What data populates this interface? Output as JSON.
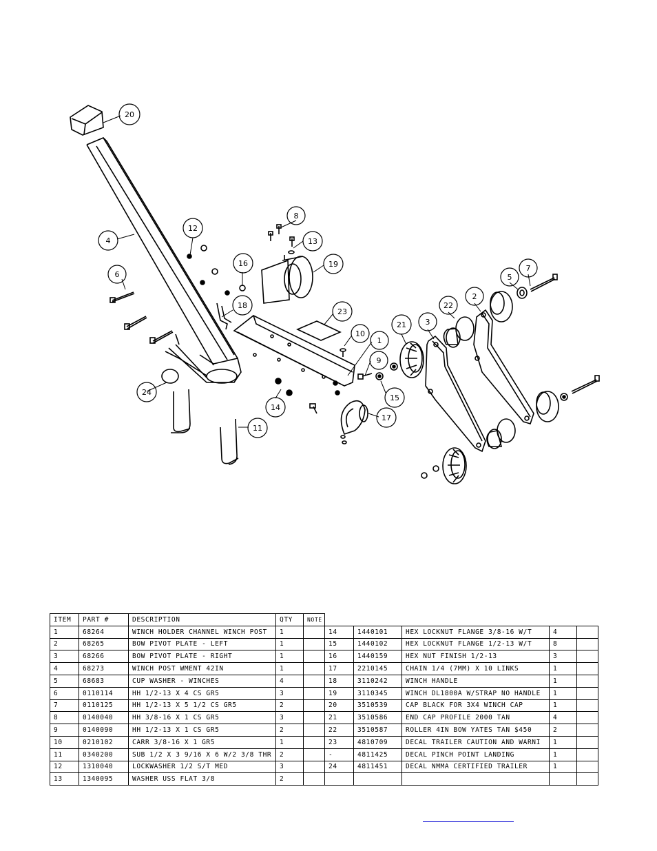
{
  "drawing": {
    "callouts": [
      "1",
      "2",
      "3",
      "4",
      "5",
      "6",
      "7",
      "8",
      "9",
      "10",
      "11",
      "12",
      "13",
      "14",
      "15",
      "16",
      "17",
      "18",
      "19",
      "20",
      "21",
      "22",
      "23",
      "24"
    ]
  },
  "table": {
    "headers": [
      "ITEM",
      "PART #",
      "DESCRIPTION",
      "QTY",
      "NOTE"
    ],
    "left_rows": [
      {
        "item": "1",
        "part": "68264",
        "desc": "WINCH HOLDER CHANNEL WINCH POST",
        "qty": "1",
        "note": ""
      },
      {
        "item": "2",
        "part": "68265",
        "desc": "BOW PIVOT PLATE - LEFT",
        "qty": "1",
        "note": ""
      },
      {
        "item": "3",
        "part": "68266",
        "desc": "BOW PIVOT PLATE - RIGHT",
        "qty": "1",
        "note": ""
      },
      {
        "item": "4",
        "part": "68273",
        "desc": "WINCH POST WMENT 42IN",
        "qty": "1",
        "note": ""
      },
      {
        "item": "5",
        "part": "68683",
        "desc": "CUP WASHER - WINCHES",
        "qty": "4",
        "note": ""
      },
      {
        "item": "6",
        "part": "0110114",
        "desc": "HH 1/2-13 X 4 CS GR5",
        "qty": "3",
        "note": ""
      },
      {
        "item": "7",
        "part": "0110125",
        "desc": "HH 1/2-13 X 5 1/2 CS GR5",
        "qty": "2",
        "note": ""
      },
      {
        "item": "8",
        "part": "0140040",
        "desc": "HH 3/8-16 X 1 CS GR5",
        "qty": "3",
        "note": ""
      },
      {
        "item": "9",
        "part": "0140090",
        "desc": "HH 1/2-13 X 1 CS GR5",
        "qty": "2",
        "note": ""
      },
      {
        "item": "10",
        "part": "0210102",
        "desc": "CARR 3/8-16 X 1 GR5",
        "qty": "1",
        "note": ""
      },
      {
        "item": "11",
        "part": "0340200",
        "desc": "SUB 1/2 X 3 9/16 X 6 W/2 3/8 THR",
        "qty": "2",
        "note": ""
      },
      {
        "item": "12",
        "part": "1310040",
        "desc": "LOCKWASHER 1/2 S/T MED",
        "qty": "3",
        "note": ""
      },
      {
        "item": "13",
        "part": "1340095",
        "desc": "WASHER USS FLAT 3/8",
        "qty": "2",
        "note": ""
      }
    ],
    "right_rows": [
      {
        "item": "14",
        "part": "1440101",
        "desc": "HEX LOCKNUT FLANGE 3/8-16 W/T",
        "qty": "4",
        "note": ""
      },
      {
        "item": "15",
        "part": "1440102",
        "desc": "HEX LOCKNUT FLANGE 1/2-13 W/T",
        "qty": "8",
        "note": ""
      },
      {
        "item": "16",
        "part": "1440159",
        "desc": "HEX NUT FINISH 1/2-13",
        "qty": "3",
        "note": ""
      },
      {
        "item": "17",
        "part": "2210145",
        "desc": "CHAIN 1/4 (7MM) X 10 LINKS",
        "qty": "1",
        "note": ""
      },
      {
        "item": "18",
        "part": "3110242",
        "desc": "WINCH HANDLE",
        "qty": "1",
        "note": ""
      },
      {
        "item": "19",
        "part": "3110345",
        "desc": "WINCH DL1800A W/STRAP  NO HANDLE",
        "qty": "1",
        "note": ""
      },
      {
        "item": "20",
        "part": "3510539",
        "desc": "CAP BLACK FOR 3X4 WINCH CAP",
        "qty": "1",
        "note": ""
      },
      {
        "item": "21",
        "part": "3510586",
        "desc": "END CAP PROFILE 2000 TAN",
        "qty": "4",
        "note": ""
      },
      {
        "item": "22",
        "part": "3510587",
        "desc": "ROLLER 4IN BOW YATES TAN $450",
        "qty": "2",
        "note": ""
      },
      {
        "item": "23",
        "part": "4810709",
        "desc": "DECAL TRAILER CAUTION AND WARNI",
        "qty": "1",
        "note": ""
      },
      {
        "item": "-",
        "part": "4811425",
        "desc": "DECAL PINCH POINT LANDING",
        "qty": "1",
        "note": ""
      },
      {
        "item": "24",
        "part": "4811451",
        "desc": "DECAL NMMA CERTIFIED TRAILER",
        "qty": "1",
        "note": ""
      },
      {
        "item": "",
        "part": "",
        "desc": "",
        "qty": "",
        "note": ""
      }
    ]
  },
  "colors": {
    "line": "#000000",
    "link": "#1a1ad6"
  }
}
